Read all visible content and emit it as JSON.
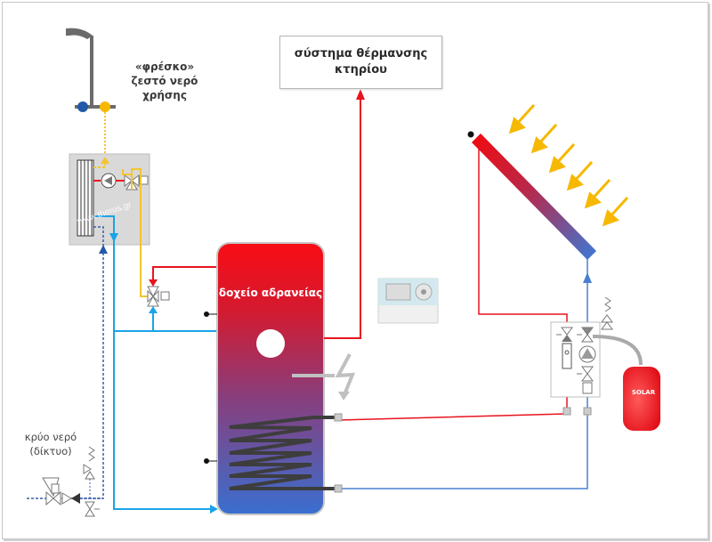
{
  "diagram": {
    "title": "Solar thermal system with buffer tank and fresh water station",
    "labels": {
      "hot_water": [
        "«φρέσκο»",
        "ζεστό νερό",
        "χρήσης"
      ],
      "heating_system": [
        "σύστημα θέρμανσης",
        "κτηρίου"
      ],
      "buffer_tank": "δοχείο αδρανείας",
      "cold_water": [
        "κρύο νερό",
        "(δίκτυο)"
      ],
      "expansion_vessel": "SOLAR",
      "watermark": "www.theros.gr"
    },
    "components": [
      {
        "id": "shower",
        "name": "Shower / hot water outlet"
      },
      {
        "id": "fresh-water-station",
        "name": "Fresh water heat exchanger station"
      },
      {
        "id": "buffer-tank",
        "name": "Buffer tank with solar coil"
      },
      {
        "id": "heating-system",
        "name": "Building heating system"
      },
      {
        "id": "solar-collector",
        "name": "Solar collector panel"
      },
      {
        "id": "controller",
        "name": "Solar controller"
      },
      {
        "id": "pump-station",
        "name": "Solar pump station"
      },
      {
        "id": "expansion-vessel",
        "name": "Solar expansion vessel"
      },
      {
        "id": "electric-heater",
        "name": "Electric immersion heater"
      },
      {
        "id": "cold-water-inlet",
        "name": "Cold water mains inlet with safety valve group"
      }
    ],
    "colors": {
      "hot": "#e8141e",
      "cold": "#1aa3e8",
      "solar_return": "#4a80d0",
      "hot_water_line": "#f4c430",
      "recirculation": "#3a5fa8",
      "sun_arrows": "#f6b800",
      "gray_box": "#d9d9d9",
      "coil": "#3d3d3d"
    },
    "sun_arrow_count": 6
  }
}
